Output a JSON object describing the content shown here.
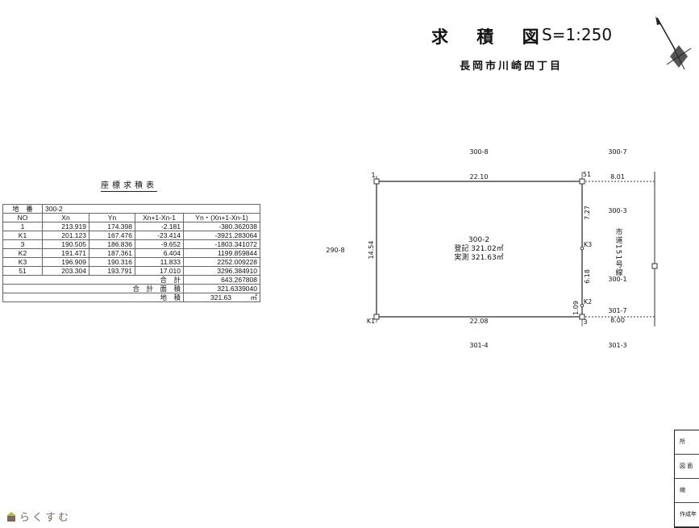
{
  "header": {
    "title": "求 積 図",
    "scale": "S=1:250",
    "address": "長岡市川崎四丁目"
  },
  "coord_table": {
    "title": "座標求積表",
    "lot_label": "地　番",
    "lot_value": "300-2",
    "columns": [
      "NO",
      "Xn",
      "Yn",
      "Xn+1-Xn-1",
      "Yn・(Xn+1-Xn-1)"
    ],
    "rows": [
      [
        "1",
        "213.919",
        "174.398",
        "-2.181",
        "-380.362038"
      ],
      [
        "K1",
        "201.123",
        "167.476",
        "-23.414",
        "-3921.283064"
      ],
      [
        "3",
        "190.505",
        "186.836",
        "-9.652",
        "-1803.341072"
      ],
      [
        "K2",
        "191.471",
        "187.361",
        "6.404",
        "1199.859844"
      ],
      [
        "K3",
        "196.909",
        "190.316",
        "11.833",
        "2252.009228"
      ],
      [
        "51",
        "203.304",
        "193.791",
        "17.010",
        "3296.384910"
      ]
    ],
    "sum_label": "合　計",
    "sum_value": "643.267808",
    "area_total_label": "合　計　面　積",
    "area_total_value": "321.6339040",
    "land_area_label": "地　積",
    "land_area_value": "321.63",
    "land_area_unit": "㎡"
  },
  "plan": {
    "parcel": "300-2",
    "registered": "登記 321.02㎡",
    "measured": "実測 321.63㎡",
    "points": {
      "p1": "1",
      "p51": "51",
      "pK1": "K1",
      "p3": "3",
      "pK2": "K2",
      "pK3": "K3"
    },
    "dims": {
      "top": "22.10",
      "bottom": "22.08",
      "left": "14.54",
      "r1": "7.27",
      "r2": "6.18",
      "r3": "1.09",
      "road_top": "8.01",
      "road_bottom": "8.00"
    },
    "neighbors": {
      "n1": "300-8",
      "n2": "300-7",
      "n3": "300-3",
      "n4": "300-1",
      "n5": "301-7",
      "n6": "301-4",
      "n7": "301-3",
      "n8": "290-8"
    },
    "road": "市道151号線"
  },
  "title_block": [
    "所",
    "図 面",
    "縮",
    "作成年"
  ],
  "logo": {
    "text": "らくすむ"
  }
}
